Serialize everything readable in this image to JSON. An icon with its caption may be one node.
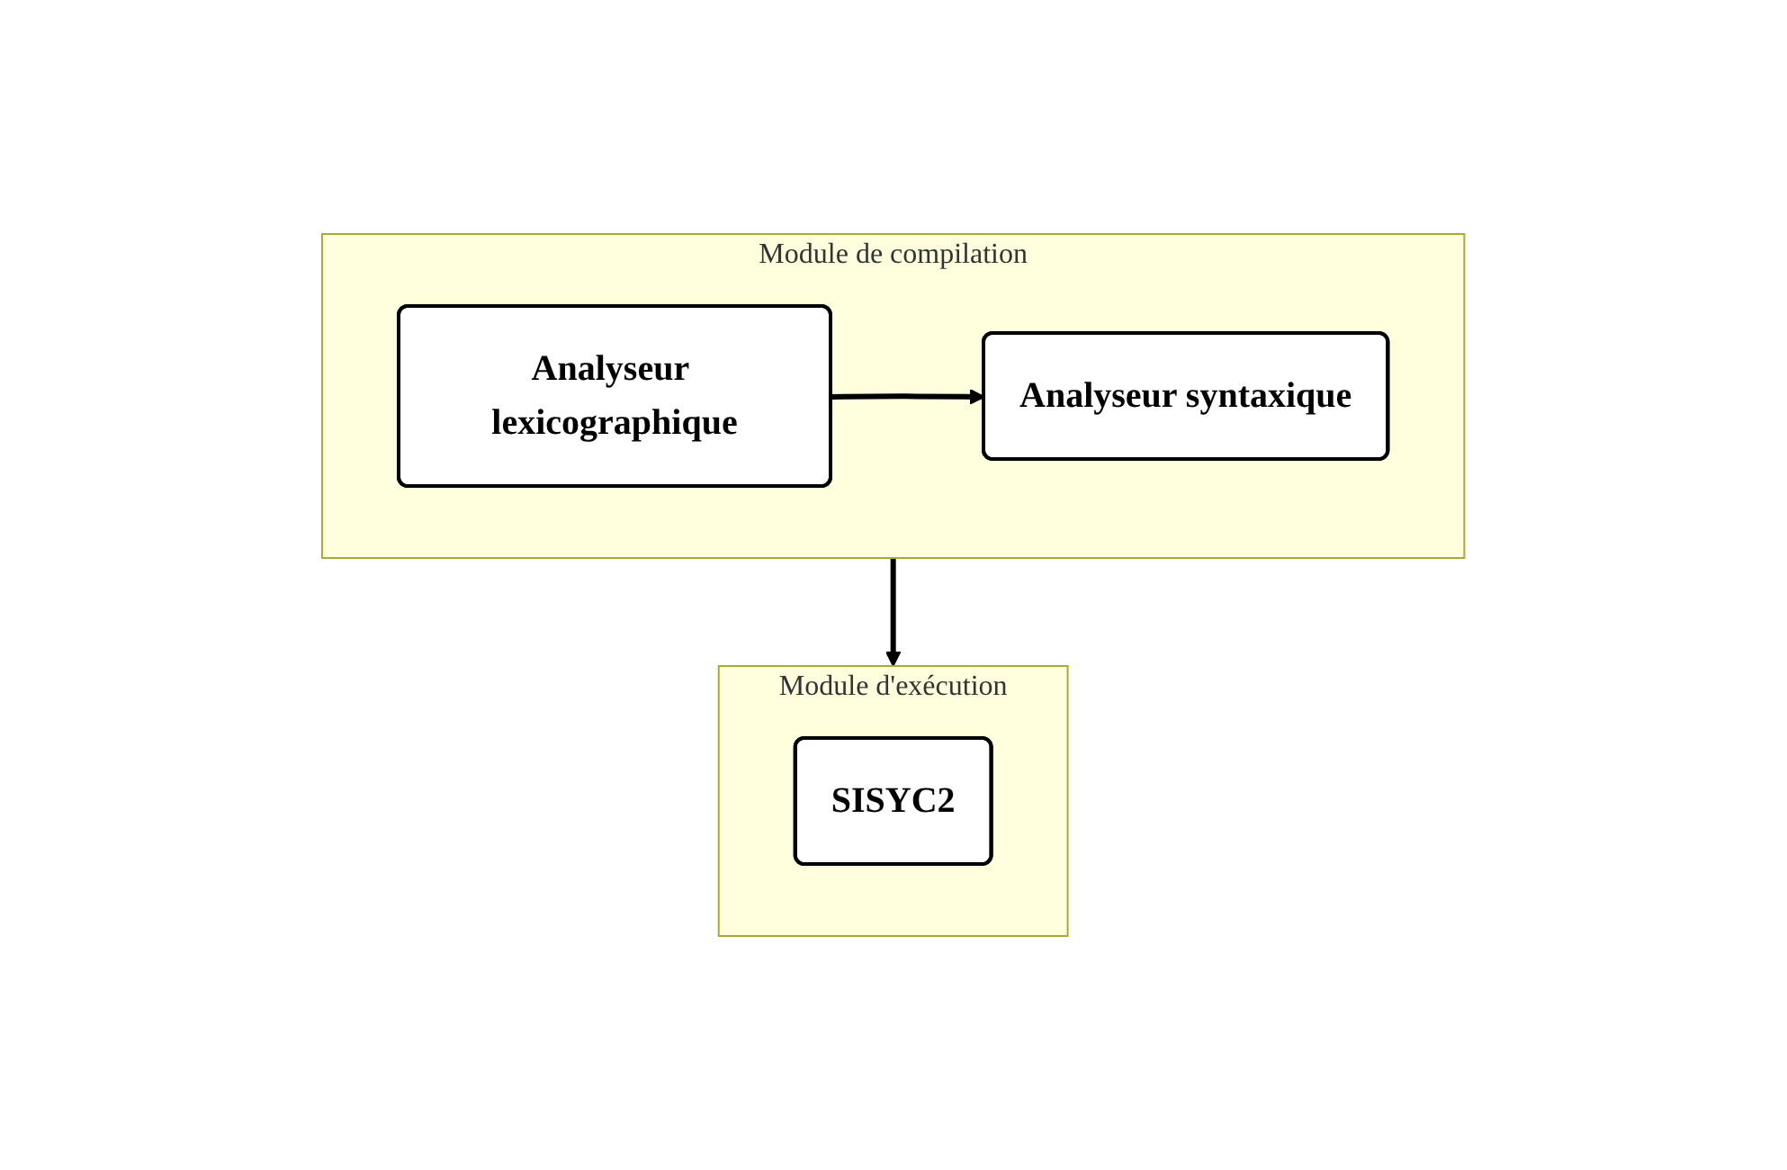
{
  "diagram": {
    "nodes": [
      {
        "text": [
          "Module de compilation"
        ]
      },
      {
        "text": [
          "Analyseur lexicographique"
        ],
        "in": 0
      },
      {
        "text": [
          "Analyseur syntaxique"
        ],
        "in": 0
      },
      {
        "text": [
          "Module d'exécution"
        ]
      },
      {
        "text": [
          "SISYC2"
        ],
        "in": 3
      }
    ],
    "edges": [
      {
        "from": 1,
        "to": 2,
        "arrow": "to"
      },
      {
        "from": 0,
        "to": 3,
        "arrow": "to"
      }
    ]
  }
}
